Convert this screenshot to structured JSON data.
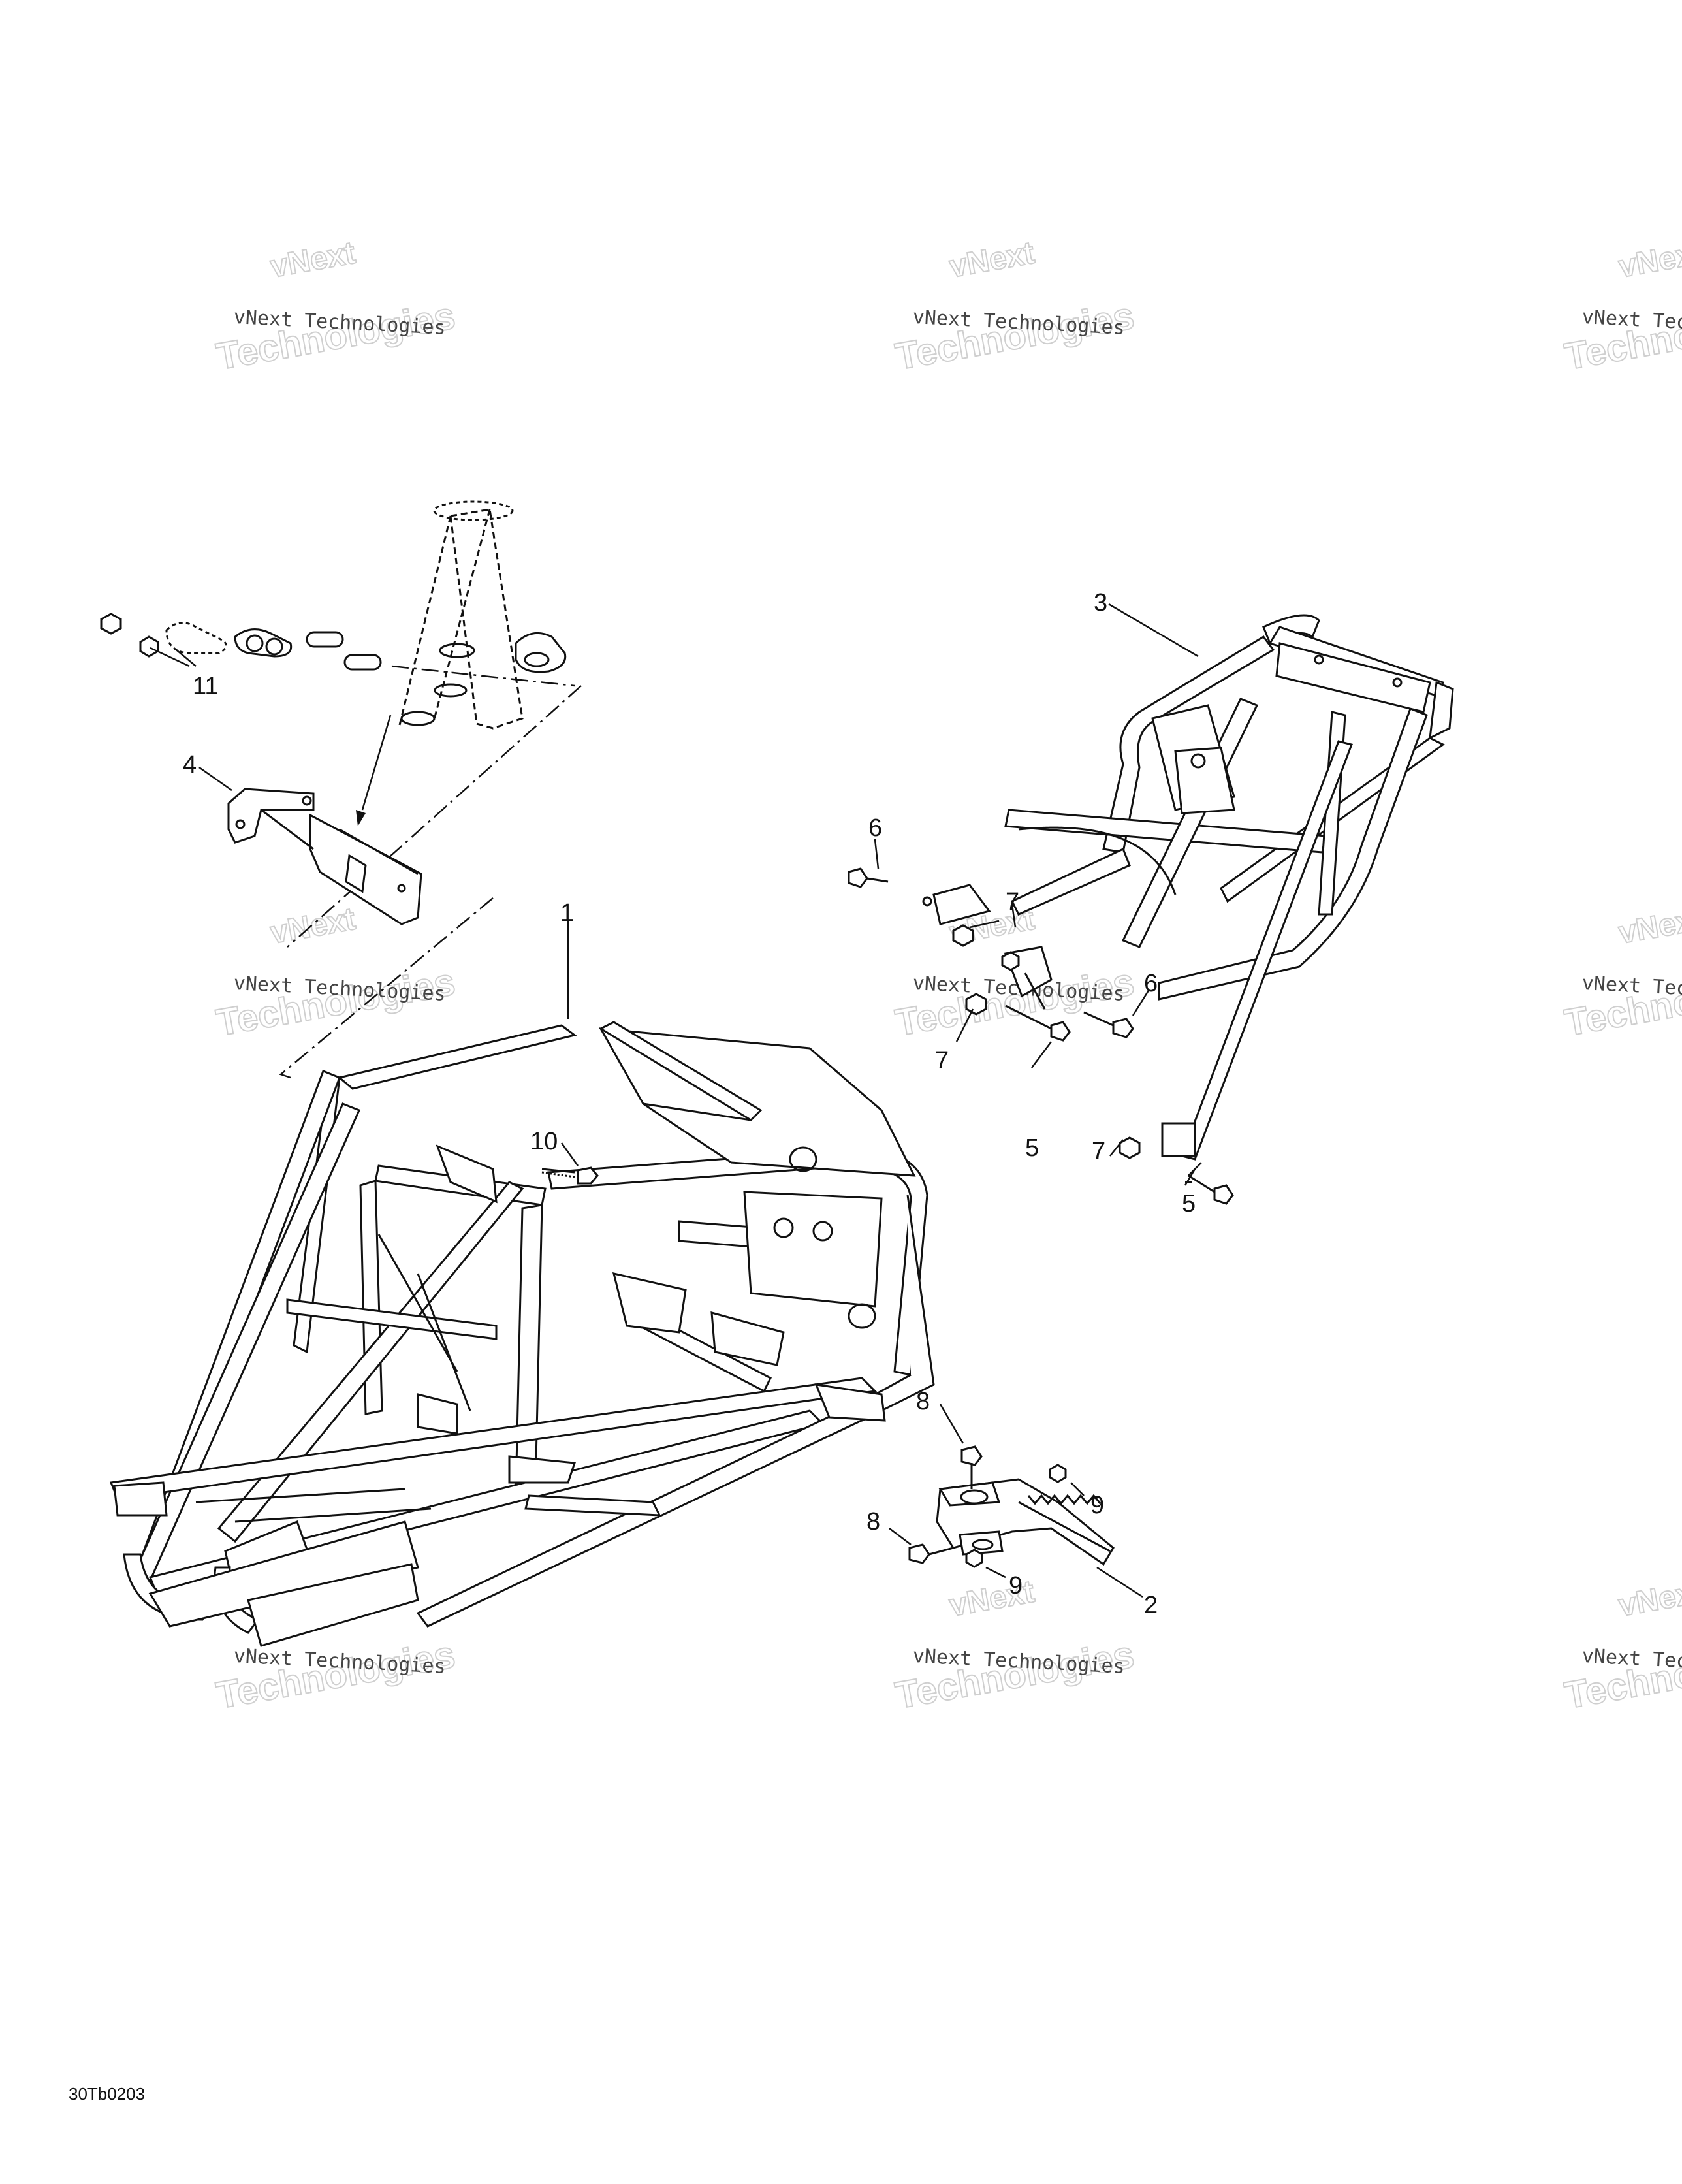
{
  "watermark": {
    "line1": "vNext Technologies",
    "line2": "vNext",
    "line3": "Technologies"
  },
  "callouts": [
    "1",
    "2",
    "3",
    "4",
    "5",
    "5",
    "6",
    "6",
    "7",
    "7",
    "7",
    "8",
    "8",
    "9",
    "9",
    "10",
    "11"
  ],
  "diagram_code": "30Tb0203"
}
